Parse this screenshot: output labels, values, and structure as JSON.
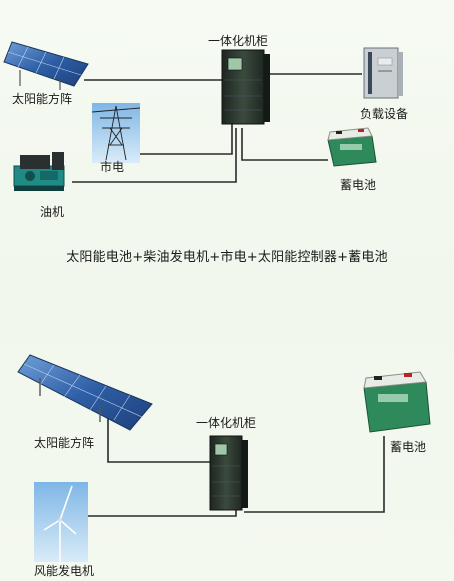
{
  "top": {
    "cabinet": "一体化机柜",
    "solar": "太阳能方阵",
    "grid": "市电",
    "diesel": "油机",
    "load": "负载设备",
    "battery": "蓄电池",
    "caption": "太阳能电池+柴油发电机+市电+太阳能控制器+蓄电池"
  },
  "bottom": {
    "cabinet": "一体化机柜",
    "solar": "太阳能方阵",
    "wind": "风能发电机",
    "battery": "蓄电池"
  },
  "colors": {
    "background": "#f3f8ef",
    "wire": "#2a2a2a",
    "panel_blue": "#2f5fa6",
    "cabinet": "#2e3a30",
    "battery_green": "#2e8a5a"
  }
}
